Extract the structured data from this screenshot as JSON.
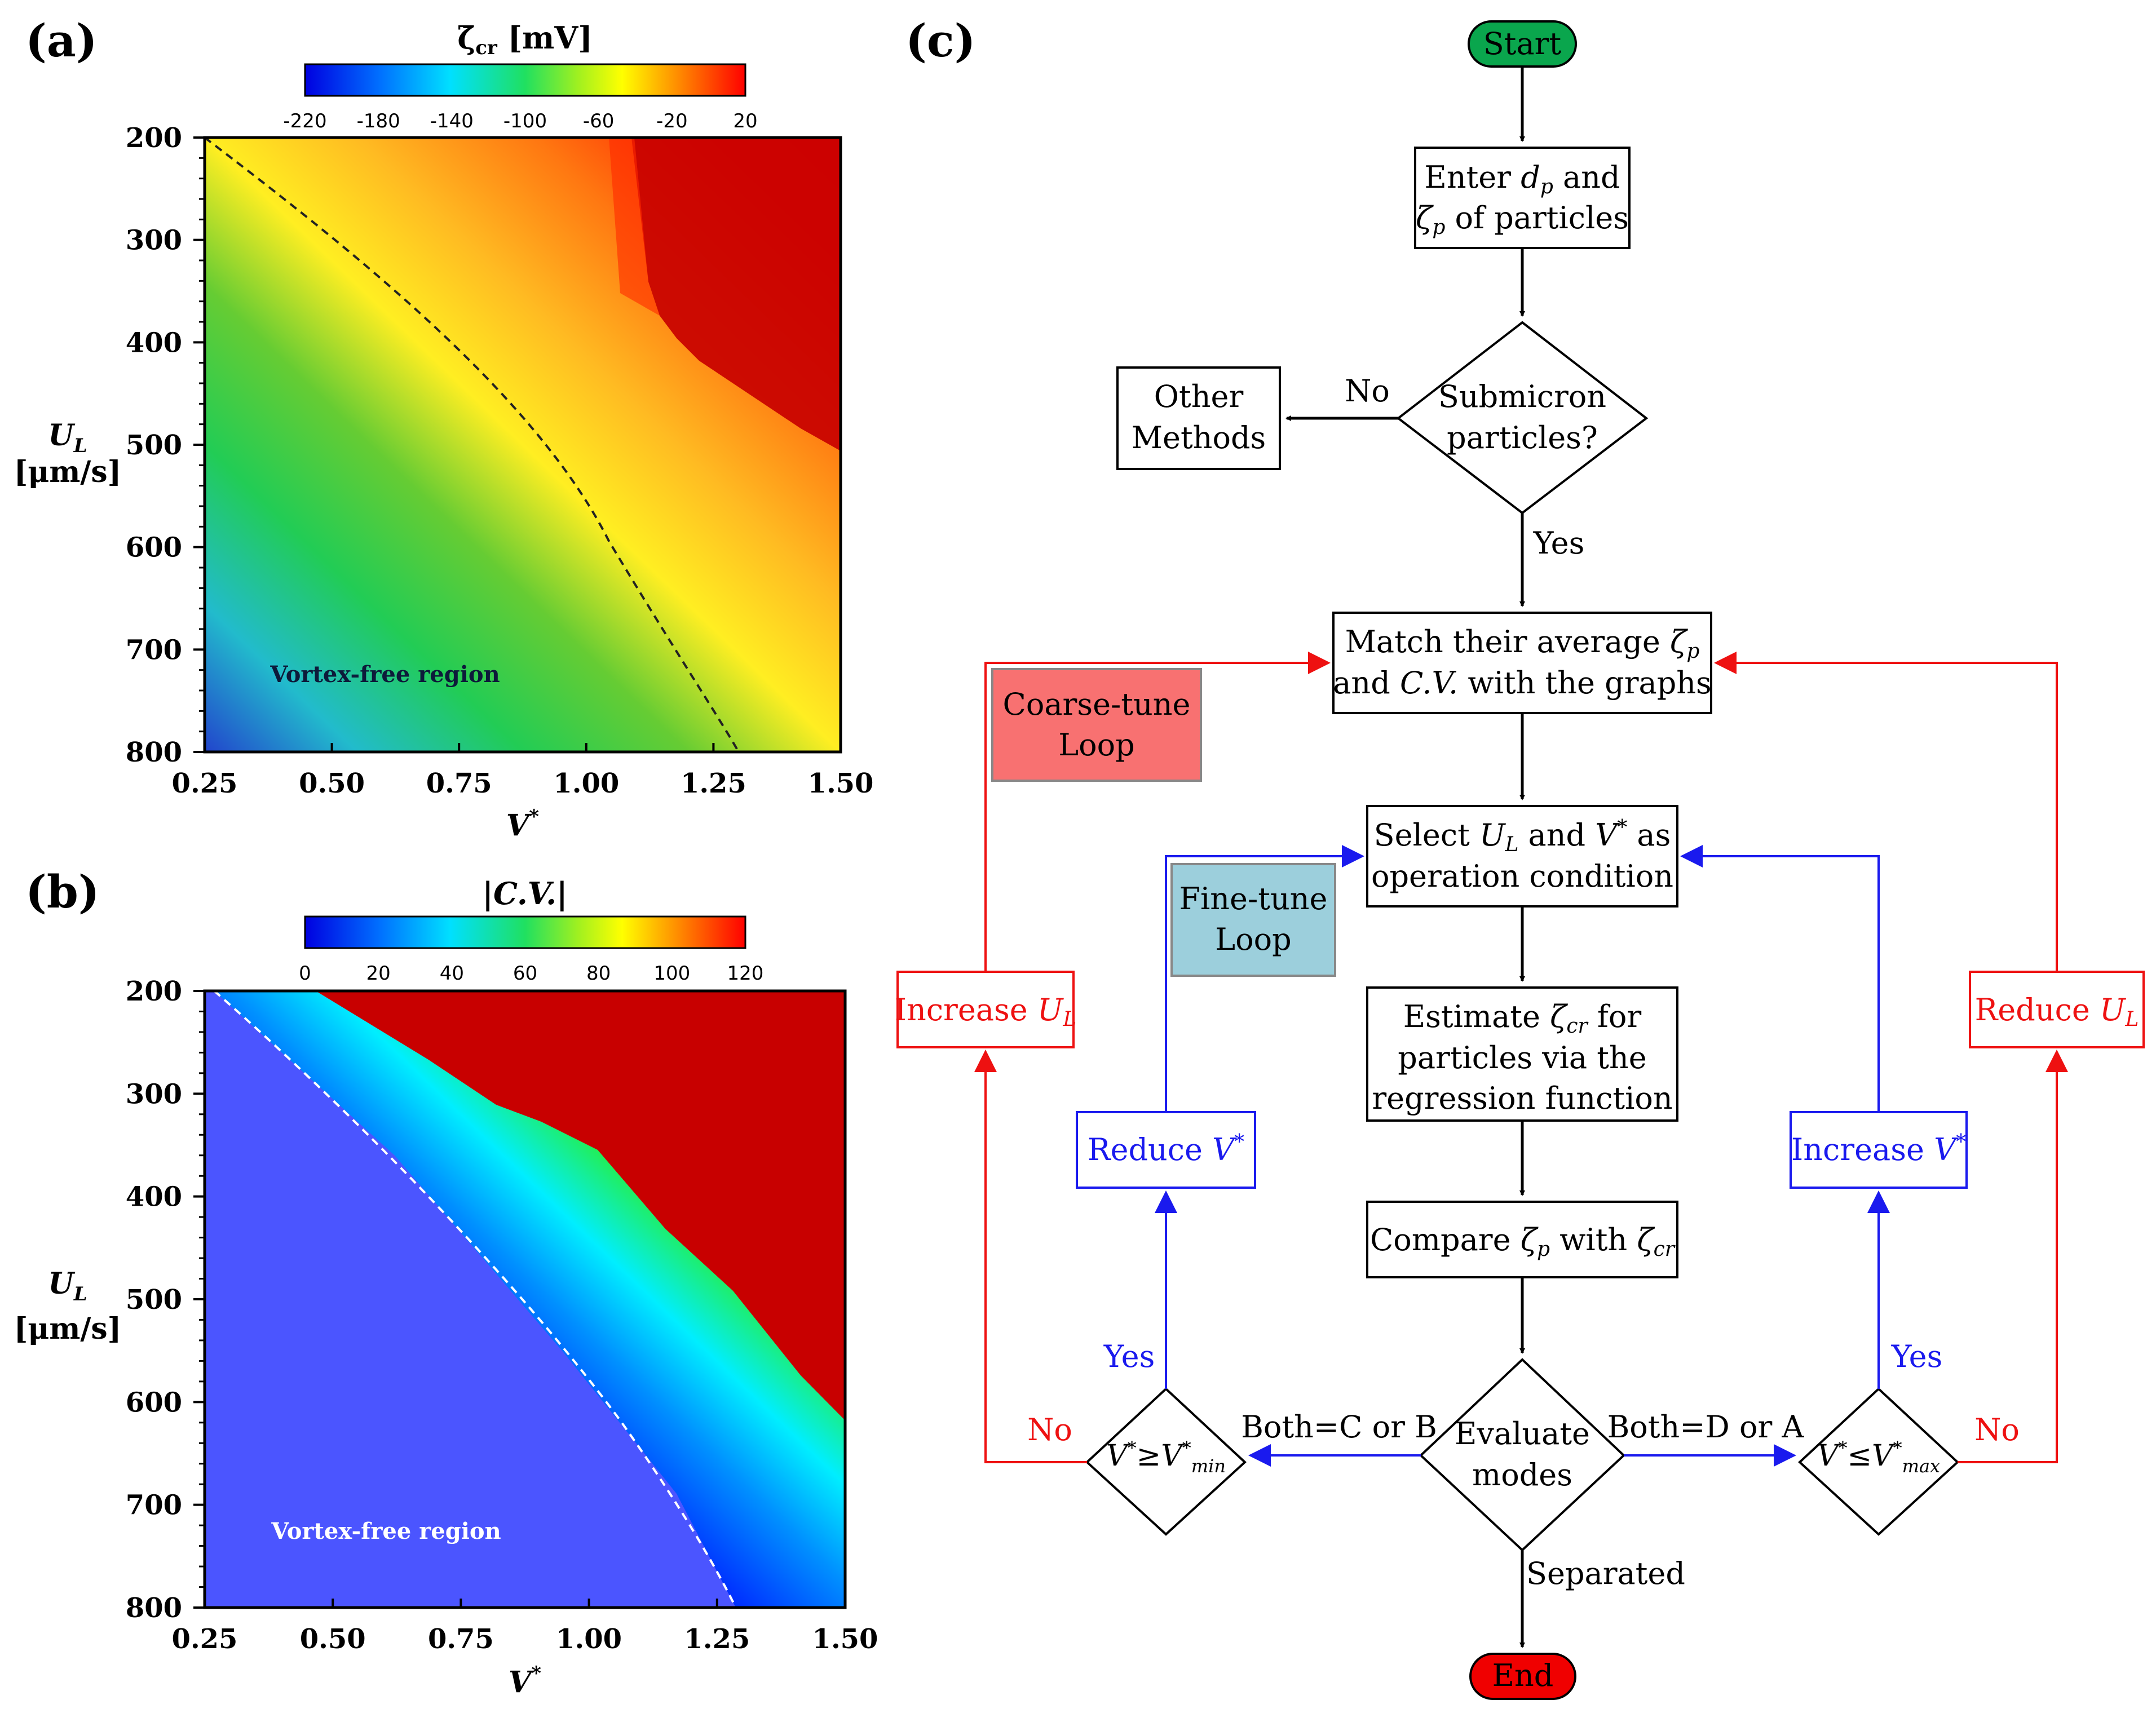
{
  "panels": {
    "a": {
      "label": "(a)",
      "colorbar_title": "ζ̄",
      "colorbar_title_sub": "cr",
      "colorbar_title_unit": " [mV]",
      "colorbar_ticks": [
        "-220",
        "-180",
        "-140",
        "-100",
        "-60",
        "-20",
        "20"
      ],
      "x_ticks": [
        "0.25",
        "0.50",
        "0.75",
        "1.00",
        "1.25",
        "1.50"
      ],
      "y_ticks": [
        "200",
        "300",
        "400",
        "500",
        "600",
        "700",
        "800"
      ],
      "xlabel": "V",
      "xlabel_sup": "*",
      "ylabel_line1": "U",
      "ylabel_line1_sub": "L",
      "ylabel_line2": "[μm/s]",
      "region_label": "Vortex-free region"
    },
    "b": {
      "label": "(b)",
      "colorbar_title": "|C.V.|",
      "colorbar_ticks": [
        "0",
        "20",
        "40",
        "60",
        "80",
        "100",
        "120"
      ],
      "x_ticks": [
        "0.25",
        "0.50",
        "0.75",
        "1.00",
        "1.25",
        "1.50"
      ],
      "y_ticks": [
        "200",
        "300",
        "400",
        "500",
        "600",
        "700",
        "800"
      ],
      "xlabel": "V",
      "xlabel_sup": "*",
      "ylabel_line1": "U",
      "ylabel_line1_sub": "L",
      "ylabel_line2": "[μm/s]",
      "region_label": "Vortex-free region"
    },
    "c": {
      "label": "(c)"
    }
  },
  "flowchart": {
    "start": "Start",
    "end": "End",
    "enter": {
      "l1_a": "Enter ",
      "l1_b": "d",
      "l1_b_sub": "p",
      "l1_c": " and",
      "l2_a": "ζ",
      "l2_a_sub": "p",
      "l2_b": " of particles"
    },
    "submicron": {
      "l1": "Submicron",
      "l2": "particles?"
    },
    "other_methods": {
      "l1": "Other",
      "l2": "Methods"
    },
    "no": "No",
    "yes": "Yes",
    "match": {
      "l1_a": "Match their average ",
      "l1_b": "ζ",
      "l1_b_sub": "p",
      "l2_a": "and ",
      "l2_b": "C.V.",
      "l2_c": " with the graphs"
    },
    "coarse_loop": {
      "l1": "Coarse-tune",
      "l2": "Loop"
    },
    "fine_loop": {
      "l1": "Fine-tune",
      "l2": "Loop"
    },
    "select": {
      "l1_a": "Select ",
      "l1_b": "U",
      "l1_b_sub": "L",
      "l1_c": " and ",
      "l1_d": "V",
      "l1_d_sup": "*",
      "l1_e": " as",
      "l2": "operation condition"
    },
    "estimate": {
      "l1_a": "Estimate ",
      "l1_b": "ζ",
      "l1_b_sub": "cr",
      "l1_c": " for",
      "l2": "particles via the",
      "l3": "regression function"
    },
    "compare": {
      "a": "Compare ",
      "b": "ζ",
      "b_sub": "p",
      "c": " with ",
      "d": "ζ",
      "d_sub": "cr"
    },
    "evaluate": {
      "l1": "Evaluate",
      "l2": "modes"
    },
    "both_cb": "Both=C or B",
    "both_da": "Both=D or A",
    "separated": "Separated",
    "vmin": {
      "a": "V",
      "a_sup": "*",
      "b": "≥V",
      "b_sup": "*",
      "b_sub": "min"
    },
    "vmax": {
      "a": "V",
      "a_sup": "*",
      "b": "≤V",
      "b_sup": "*",
      "b_sub": "max"
    },
    "reduce_v": {
      "a": "Reduce ",
      "b": "V",
      "b_sup": "*"
    },
    "increase_v": {
      "a": "Increase ",
      "b": "V",
      "b_sup": "*"
    },
    "increase_ul": {
      "a": "Increase ",
      "b": "U",
      "b_sub": "L"
    },
    "reduce_ul": {
      "a": "Reduce ",
      "b": "U",
      "b_sub": "L"
    }
  },
  "colors": {
    "start_fill": "#0aa64d",
    "end_fill": "#f00000",
    "coarse_fill": "#f87171",
    "fine_fill": "#9ccfdc",
    "red_loop": "#ee1111",
    "blue_loop": "#1a1aee",
    "heat_dark_red": "#c80000",
    "cv_base_blue": "#4b55ff"
  }
}
